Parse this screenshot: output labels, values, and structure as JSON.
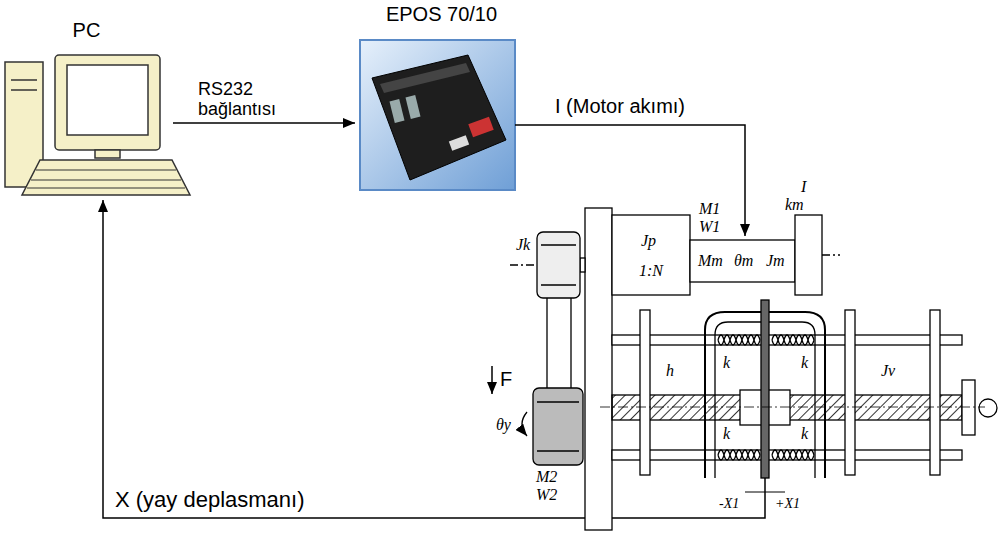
{
  "diagram": {
    "nodes": [
      {
        "text": [
          "PC"
        ]
      },
      {
        "text": [
          "EPOS 70/10"
        ]
      }
    ],
    "edges": [
      {
        "from": 0,
        "to": 1,
        "label": "RS232 bağlantısı",
        "arrow": "to"
      }
    ],
    "labels": [
      "I (Motor akımı)",
      "M1",
      "W1",
      "I",
      "km",
      "Jk",
      "Jp",
      "1:N",
      "Mm",
      "θm",
      "Jm",
      "F",
      "h",
      "k",
      "k",
      "k",
      "k",
      "Jv",
      "θy",
      "M2",
      "W2",
      "-X1",
      "+X1",
      "X (yay deplasmanı)"
    ]
  }
}
